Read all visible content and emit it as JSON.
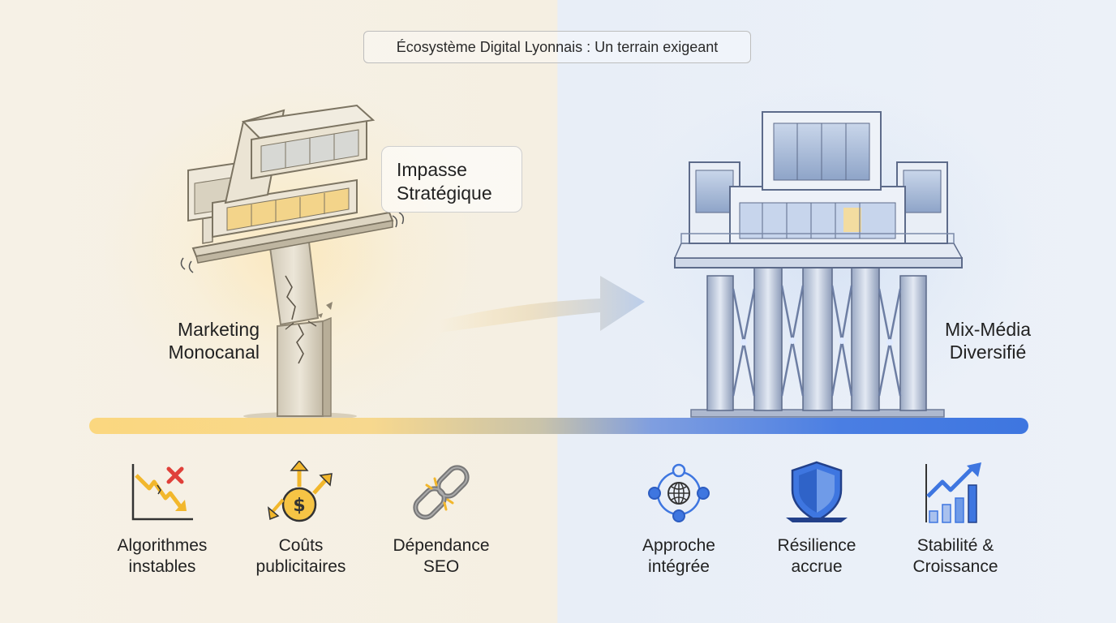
{
  "header": {
    "title": "Écosystème Digital Lyonnais : Un terrain exigeant"
  },
  "left": {
    "callout": [
      "Impasse",
      "Stratégique"
    ],
    "label": [
      "Marketing",
      "Monocanal"
    ],
    "features": [
      {
        "icon": "chart-down-cross-icon",
        "lines": [
          "Algorithmes",
          "instables"
        ]
      },
      {
        "icon": "dollar-coin-arrows-icon",
        "lines": [
          "Coûts",
          "publicitaires"
        ]
      },
      {
        "icon": "broken-chain-icon",
        "lines": [
          "Dépendance",
          "SEO"
        ]
      }
    ]
  },
  "right": {
    "label": [
      "Mix-Média",
      "Diversifié"
    ],
    "features": [
      {
        "icon": "globe-network-icon",
        "lines": [
          "Approche",
          "intégrée"
        ]
      },
      {
        "icon": "shield-icon",
        "lines": [
          "Résilience",
          "accrue"
        ]
      },
      {
        "icon": "growth-chart-icon",
        "lines": [
          "Stabilité &",
          "Croissance"
        ]
      }
    ]
  },
  "colors": {
    "warm_accent": "#f6c445",
    "cool_accent": "#3e76e0",
    "danger": "#e0403a"
  }
}
